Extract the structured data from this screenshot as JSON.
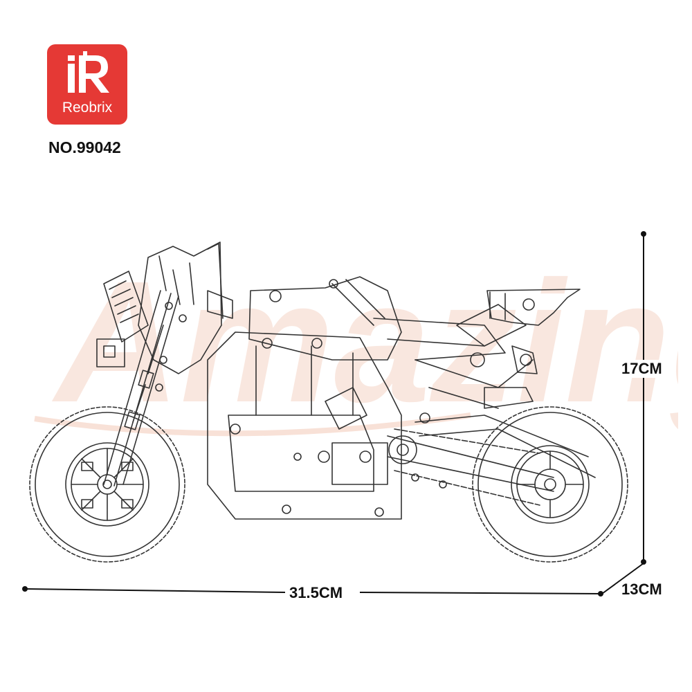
{
  "brand": {
    "logo_letter": "R",
    "name": "Reobrix",
    "model_number": "NO.99042",
    "color": "#e53935"
  },
  "watermark": {
    "text": "Amazing"
  },
  "dimensions": {
    "length": "31.5CM",
    "height": "17CM",
    "depth": "13CM"
  },
  "illustration": {
    "subject": "motorcycle-line-drawing"
  }
}
